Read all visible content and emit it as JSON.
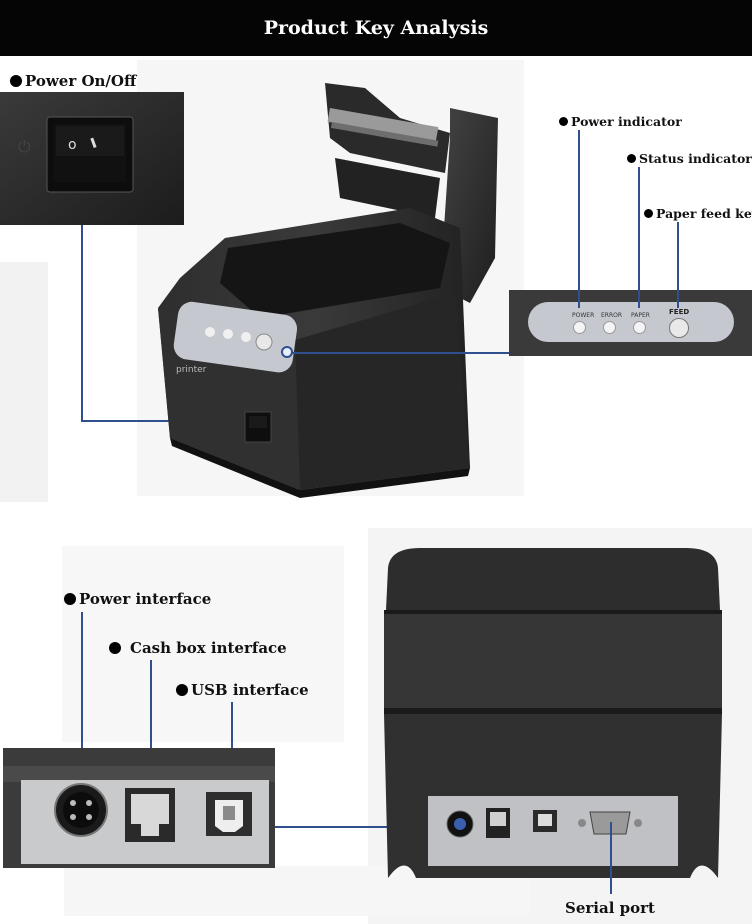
{
  "header": {
    "title": "Product Key Analysis"
  },
  "labels": {
    "power_switch": "Power On/Off",
    "power_indicator": "Power indicator",
    "status_indicator": "Status indicator",
    "paper_feed_key": "Paper feed key",
    "power_interface": "Power interface",
    "cash_box_interface": "Cash box interface",
    "usb_interface": "USB interface",
    "serial_port": "Serial port"
  },
  "panel_buttons": {
    "power": "POWER",
    "error": "ERROR",
    "paper": "PAPER",
    "feed": "FEED"
  },
  "printer_brand": "printer",
  "colors": {
    "header_bg": "#050505",
    "leader_line": "#2f4f8f",
    "printer_body": "#2b2b2b",
    "panel_grey": "#c5c9cf"
  }
}
